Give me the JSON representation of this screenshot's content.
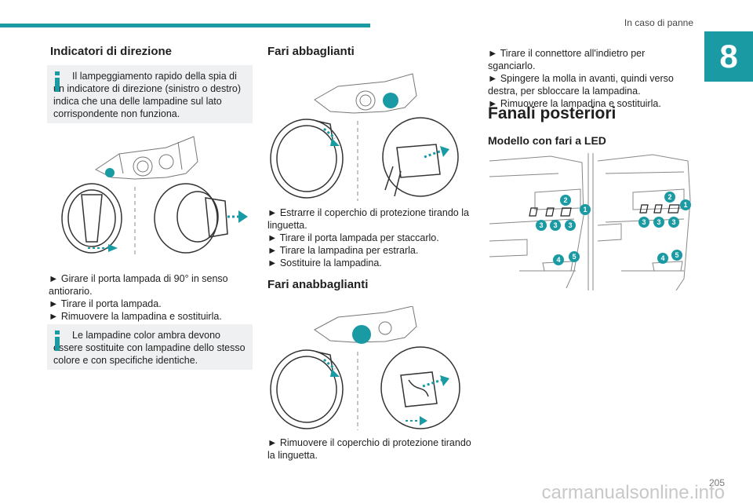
{
  "header": {
    "chapter_title": "In caso di panne",
    "chapter_number": "8"
  },
  "col1": {
    "heading": "Indicatori di direzione",
    "info1": "Il lampeggiamento rapido della spia di un indicatore di direzione (sinistro o destro) indica che una delle lampadine sul lato corrispondente non funziona.",
    "steps": [
      "► Girare il porta lampada di 90° in senso antiorario.",
      "► Tirare il porta lampada.",
      "► Rimuovere la lampadina e sostituirla."
    ],
    "info2": "Le lampadine color ambra devono essere sostituite con lampadine dello stesso colore e con specifiche identiche."
  },
  "col2": {
    "heading1": "Fari abbaglianti",
    "steps1": [
      "► Estrarre il coperchio di protezione tirando la linguetta.",
      "► Tirare il porta lampada per staccarlo.",
      "► Tirare la lampadina per estrarla.",
      "► Sostituire la lampadina."
    ],
    "heading2": "Fari anabbaglianti",
    "steps2": [
      "► Rimuovere il coperchio di protezione tirando la linguetta."
    ]
  },
  "col3": {
    "steps": [
      "► Tirare il connettore all'indietro per sganciarlo.",
      "► Spingere la molla in avanti, quindi verso destra, per sbloccare la lampadina.",
      "► Rimuovere la lampadina e sostituirla."
    ],
    "heading": "Fanali posteriori",
    "subheading": "Modello con fari a LED",
    "callouts": [
      "1",
      "2",
      "3",
      "4",
      "5"
    ]
  },
  "footer": {
    "page_number": "205",
    "watermark": "carmanualsonline.info"
  },
  "colors": {
    "accent": "#1a9aa3",
    "info_bg": "#eef0f1"
  }
}
